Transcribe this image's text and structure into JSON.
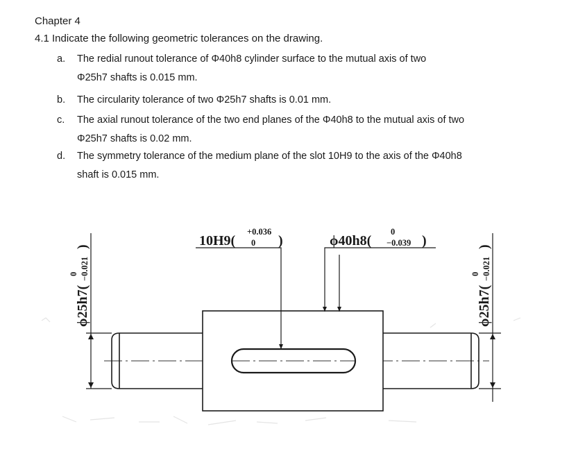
{
  "chapter_title": "Chapter 4",
  "question": "4.1 Indicate the following geometric tolerances on the drawing.",
  "items": [
    {
      "marker": "a.",
      "line1": "The redial runout tolerance of Φ40h8 cylinder surface to the mutual axis of two",
      "line2": "Φ25h7 shafts is 0.015 mm."
    },
    {
      "marker": "b.",
      "line1": "The circularity tolerance of two Φ25h7 shafts is 0.01 mm.",
      "line2": ""
    },
    {
      "marker": "c.",
      "line1": "The axial runout tolerance of the two end planes of the Φ40h8 to the mutual axis of two",
      "line2": "Φ25h7 shafts is 0.02 mm."
    },
    {
      "marker": "d.",
      "line1": "The symmetry tolerance of the medium plane of the slot 10H9 to the axis of the Φ40h8",
      "line2": "shaft is 0.015 mm."
    }
  ],
  "drawing": {
    "slot_dim": {
      "base": "10H9(",
      "upper": "+0.036",
      "lower": "0",
      "close": ")"
    },
    "center_dim": {
      "base": "ϕ40h8(",
      "upper": "0",
      "lower": "−0.039",
      "close": ")"
    },
    "left_dim": {
      "base": "ϕ25h7(",
      "upper": "0",
      "lower": "−0.021",
      "close": ")"
    },
    "right_dim": {
      "base": "ϕ25h7(",
      "upper": "0",
      "lower": "−0.021",
      "close": ")"
    }
  }
}
